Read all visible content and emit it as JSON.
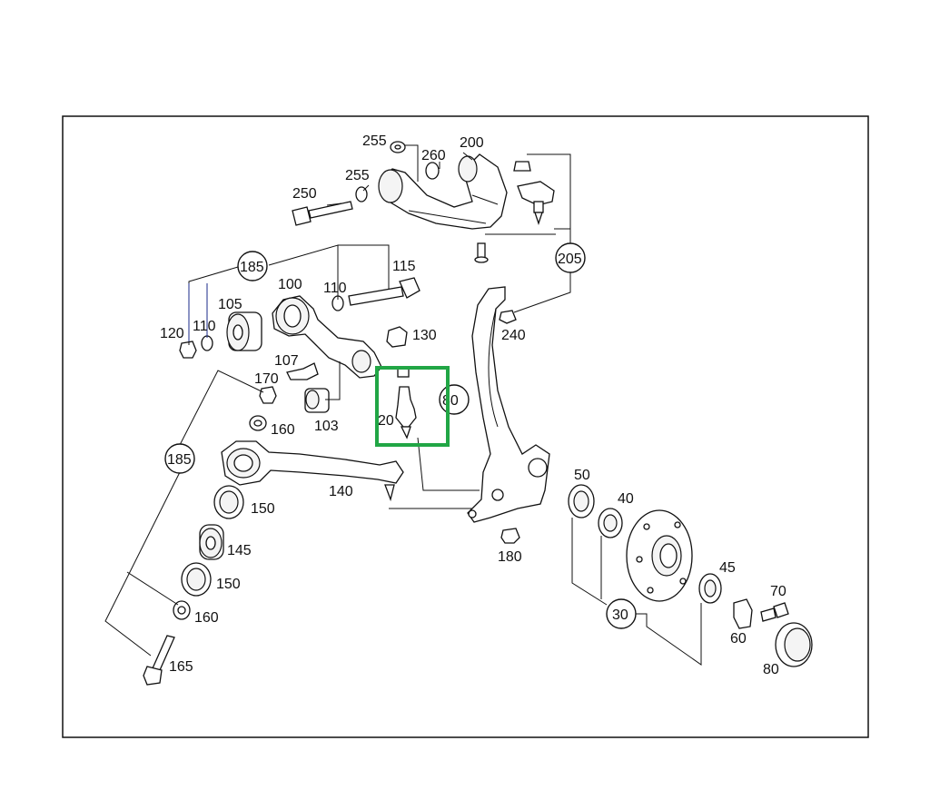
{
  "diagram": {
    "labels": [
      "255",
      "260",
      "200",
      "255",
      "250",
      "185",
      "110",
      "115",
      "205",
      "100",
      "105",
      "120",
      "110",
      "130",
      "240",
      "107",
      "170",
      "80",
      "20",
      "160",
      "103",
      "185",
      "140",
      "150",
      "50",
      "40",
      "145",
      "180",
      "150",
      "45",
      "70",
      "160",
      "30",
      "60",
      "165",
      "80"
    ],
    "highlight_color": "#21a645"
  }
}
